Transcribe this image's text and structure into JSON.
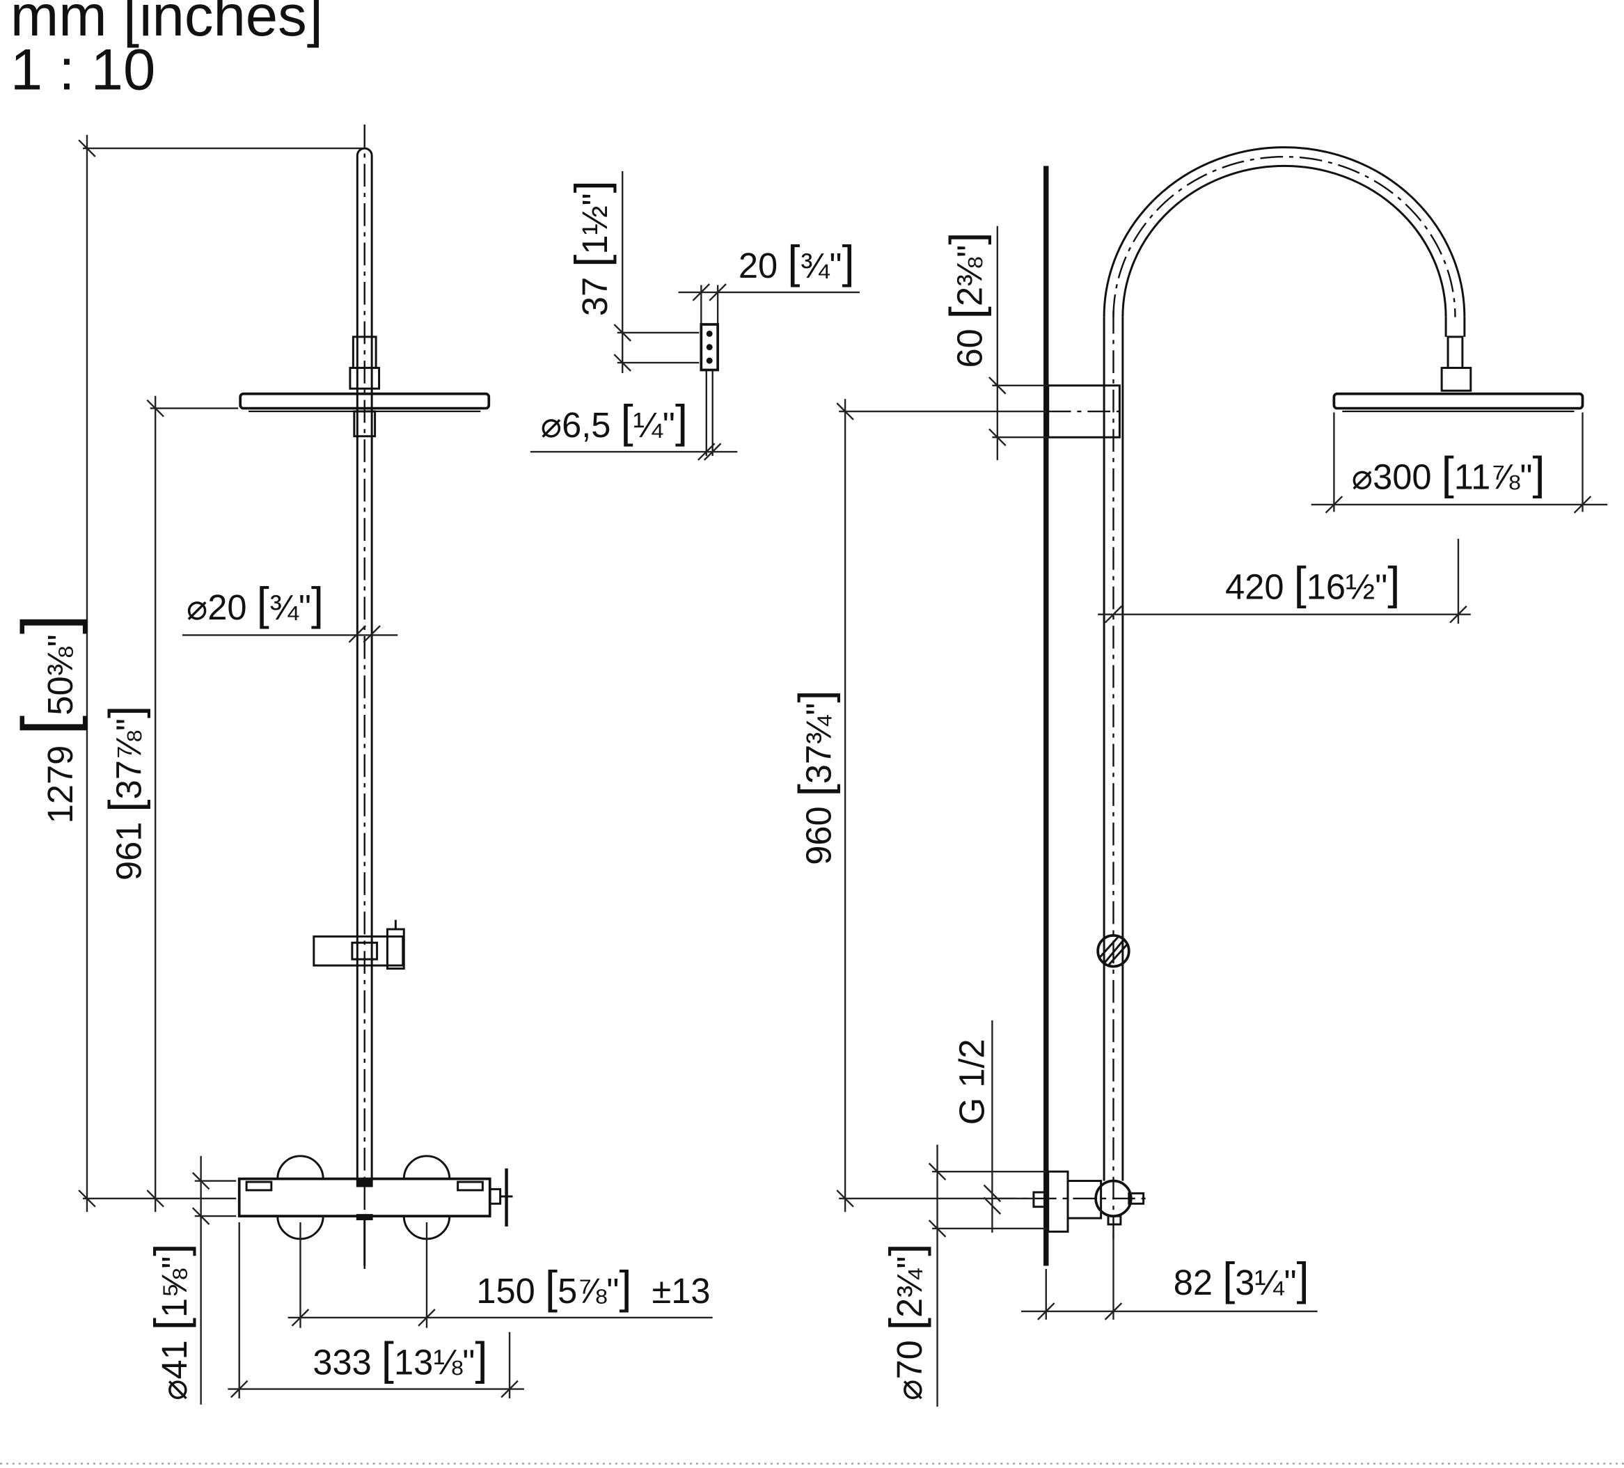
{
  "header": {
    "units": "mm [inches]",
    "scale": "1 : 10"
  },
  "dimensions": {
    "total_height": {
      "mm": "1279",
      "inch": "50⅜\""
    },
    "head_height": {
      "mm": "961",
      "inch": "37⅞\""
    },
    "pipe_diameter": {
      "prefix": "⌀",
      "mm": "20",
      "inch": "¾\""
    },
    "mixer_diameter": {
      "prefix": "⌀",
      "mm": "41",
      "inch": "1⅝\""
    },
    "connection_spacing": {
      "mm": "150",
      "inch": "5⅞\"",
      "tolerance": "±13"
    },
    "mixer_width": {
      "mm": "333",
      "inch": "13⅛\""
    },
    "bracket_height": {
      "mm": "37",
      "inch": "1½\""
    },
    "bracket_depth": {
      "mm": "20",
      "inch": "¾\""
    },
    "screw_diameter": {
      "prefix": "⌀",
      "mm": "6,5",
      "inch": "¼\""
    },
    "bracket_offset": {
      "mm": "60",
      "inch": "2⅜\""
    },
    "shower_head_diameter": {
      "prefix": "⌀",
      "mm": "300",
      "inch": "11⅞\""
    },
    "arm_projection": {
      "mm": "420",
      "inch": "16½\""
    },
    "side_head_height": {
      "mm": "960",
      "inch": "37¾\""
    },
    "thread": {
      "label": "G 1/2"
    },
    "rosette_diameter": {
      "prefix": "⌀",
      "mm": "70",
      "inch": "2¾\""
    },
    "wall_distance": {
      "mm": "82",
      "inch": "3¼\""
    }
  }
}
